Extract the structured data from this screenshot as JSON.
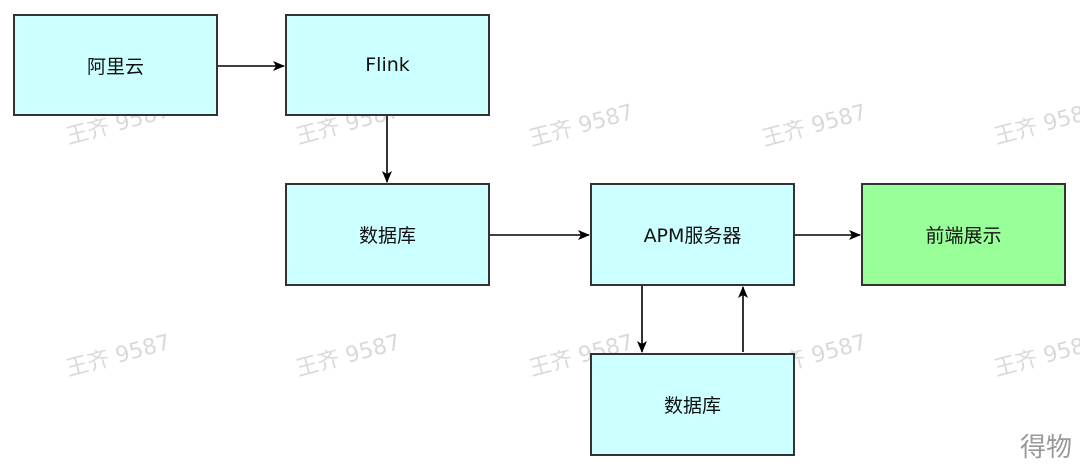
{
  "diagram": {
    "nodes": {
      "aliyun": {
        "label": "阿里云",
        "fill": "#ccffff"
      },
      "flink": {
        "label": "Flink",
        "fill": "#ccffff"
      },
      "db1": {
        "label": "数据库",
        "fill": "#ccffff"
      },
      "apm": {
        "label": "APM服务器",
        "fill": "#ccffff"
      },
      "frontend": {
        "label": "前端展示",
        "fill": "#99ff99"
      },
      "db2": {
        "label": "数据库",
        "fill": "#ccffff"
      }
    },
    "edges": [
      {
        "from": "aliyun",
        "to": "flink"
      },
      {
        "from": "flink",
        "to": "db1"
      },
      {
        "from": "db1",
        "to": "apm"
      },
      {
        "from": "apm",
        "to": "frontend"
      },
      {
        "from": "apm",
        "to": "db2"
      },
      {
        "from": "db2",
        "to": "apm"
      }
    ],
    "stroke_color": "#000000"
  },
  "watermark": {
    "text": "王齐 9587"
  },
  "corner_mark": {
    "text": "得物"
  }
}
